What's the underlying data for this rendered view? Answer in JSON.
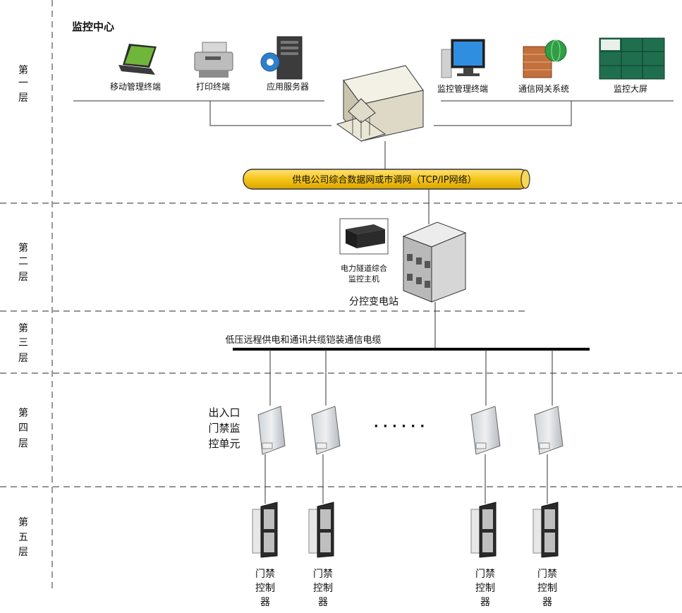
{
  "layers": [
    {
      "chars": [
        "第",
        "一",
        "层"
      ]
    },
    {
      "chars": [
        "第",
        "二",
        "层"
      ]
    },
    {
      "chars": [
        "第",
        "三",
        "层"
      ]
    },
    {
      "chars": [
        "第",
        "四",
        "层"
      ]
    },
    {
      "chars": [
        "第",
        "五",
        "层"
      ]
    }
  ],
  "monitoring_center": {
    "title": "监控中心",
    "left_devices": [
      {
        "label": "移动管理终端",
        "icon": "laptop-icon"
      },
      {
        "label": "打印终端",
        "icon": "printer-icon"
      },
      {
        "label": "应用服务器",
        "icon": "server-icon"
      }
    ],
    "right_devices": [
      {
        "label": "监控管理终端",
        "icon": "monitor-icon"
      },
      {
        "label": "通信网关系统",
        "icon": "firewall-globe-icon"
      },
      {
        "label": "监控大屏",
        "icon": "video-wall-icon"
      }
    ]
  },
  "network": {
    "label": "供电公司综合数据网或市调网（TCP/IP网络）",
    "color": "#f5c518"
  },
  "substation": {
    "host_label_line1": "电力隧道综合",
    "host_label_line2": "监控主机",
    "name": "分控变电站"
  },
  "cable": {
    "label": "低压远程供电和通讯共缆铠装通信电缆"
  },
  "access_units": {
    "label_lines": [
      "出入口",
      "门禁监",
      "控单元"
    ],
    "ellipsis": "· · · · · ·"
  },
  "controllers": {
    "label_lines": [
      "门禁",
      "控制",
      "器"
    ]
  }
}
